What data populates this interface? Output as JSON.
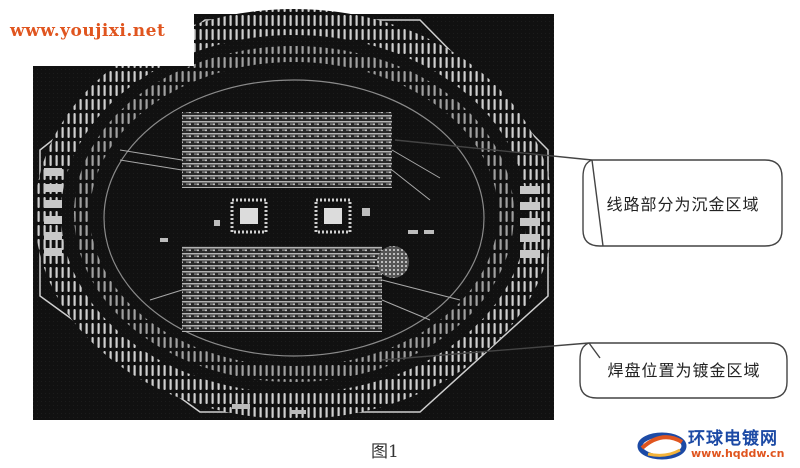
{
  "watermark": {
    "url": "www.youjixi.net"
  },
  "callouts": [
    {
      "text": "线路部分为沉金区域"
    },
    {
      "text": "焊盘位置为镀金区域"
    }
  ],
  "caption": "图1",
  "brand": {
    "name": "环球电镀网",
    "url": "www.hqddw.cn"
  },
  "colors": {
    "board": "#111111",
    "trace": "#b8b8b8",
    "watermark": "#e0551f",
    "brand": "#1c4aa5"
  }
}
